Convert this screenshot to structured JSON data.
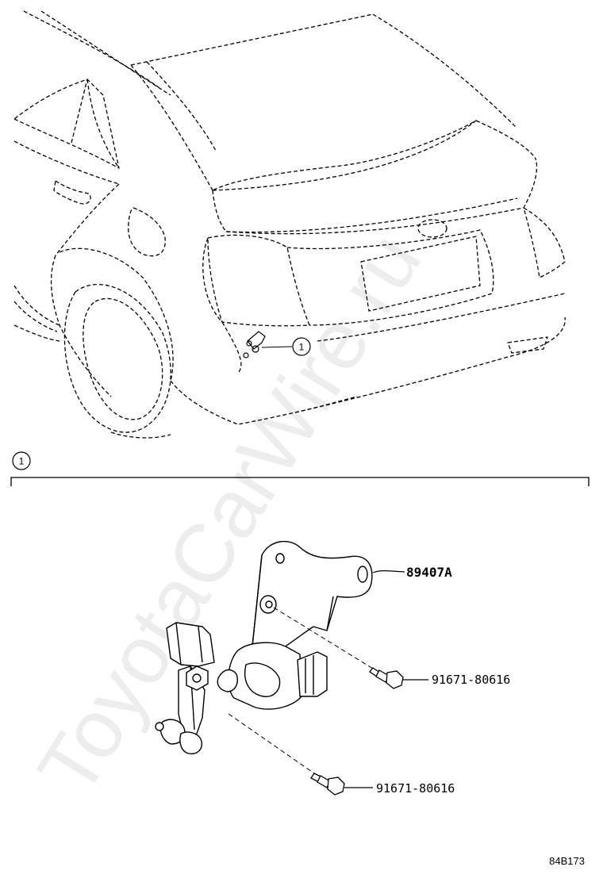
{
  "reference_marker": "1",
  "parts": [
    {
      "number": "89407A"
    },
    {
      "number": "91671-80616"
    },
    {
      "number": "91671-80616"
    }
  ],
  "diagram_code": "84B173",
  "watermark": "ToyotaCarWire.ru"
}
